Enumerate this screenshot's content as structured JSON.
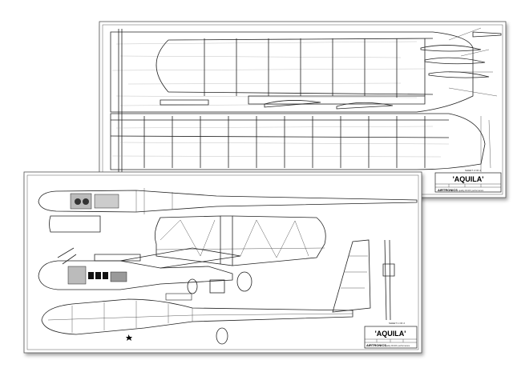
{
  "sheets": [
    {
      "id": "sheet-2",
      "sheet_label": "SHEET 2 OF 2",
      "title": "'AQUILA'",
      "brand": "AIRTRONICS",
      "tagline": "quality RC/FF performance"
    },
    {
      "id": "sheet-1",
      "sheet_label": "SHEET 1 OF 2",
      "title": "'AQUILA'",
      "brand": "AIRTRONICS",
      "tagline": "quality RC/FF performance"
    }
  ]
}
